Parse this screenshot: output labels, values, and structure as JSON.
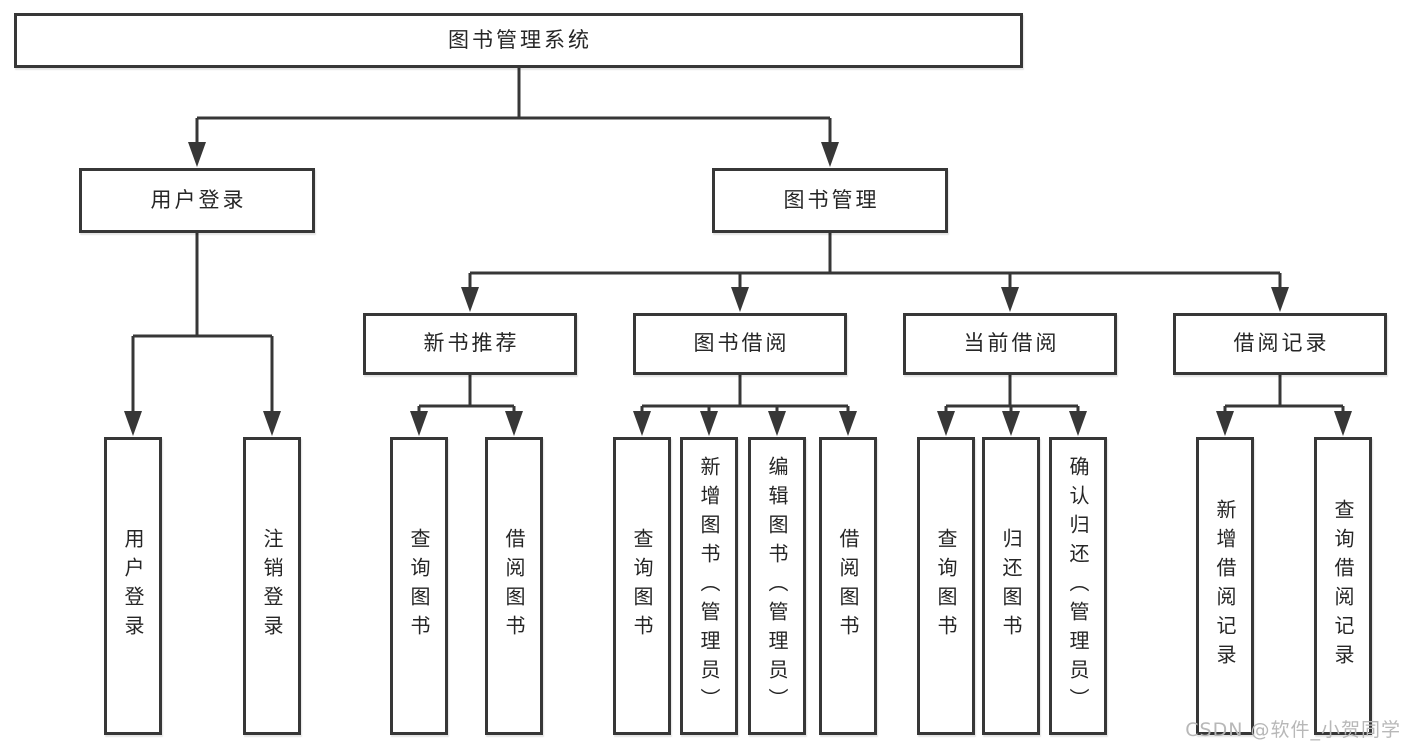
{
  "diagram_type": "hierarchy-tree",
  "colors": {
    "background": "#ffffff",
    "line": "#373737",
    "box_border": "#373737",
    "text": "#262626",
    "watermark": "#b8b8b8"
  },
  "tree": {
    "root": {
      "label": "图书管理系统"
    },
    "children": [
      {
        "label": "用户登录",
        "children": [
          {
            "label": "用户登录"
          },
          {
            "label": "注销登录"
          }
        ]
      },
      {
        "label": "图书管理",
        "children": [
          {
            "label": "新书推荐",
            "children": [
              {
                "label": "查询图书"
              },
              {
                "label": "借阅图书"
              }
            ]
          },
          {
            "label": "图书借阅",
            "children": [
              {
                "label": "查询图书"
              },
              {
                "label": "新增图书（管理员）"
              },
              {
                "label": "编辑图书（管理员）"
              },
              {
                "label": "借阅图书"
              }
            ]
          },
          {
            "label": "当前借阅",
            "children": [
              {
                "label": "查询图书"
              },
              {
                "label": "归还图书"
              },
              {
                "label": "确认归还（管理员）"
              }
            ]
          },
          {
            "label": "借阅记录",
            "children": [
              {
                "label": "新增借阅记录"
              },
              {
                "label": "查询借阅记录"
              }
            ]
          }
        ]
      }
    ]
  },
  "watermark": {
    "text": "CSDN @软件_小贺同学"
  }
}
